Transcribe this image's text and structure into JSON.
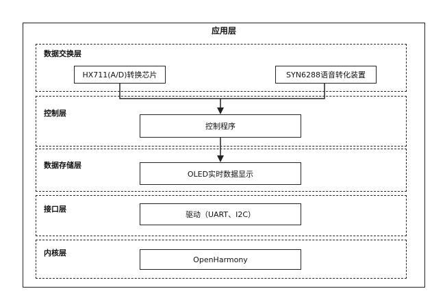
{
  "diagram": {
    "title": "应用层",
    "layers": [
      {
        "label": "数据交换层",
        "boxes": [
          "HX711(A/D)转换芯片",
          "SYN6288语音转化装置"
        ]
      },
      {
        "label": "控制层",
        "boxes": [
          "控制程序"
        ]
      },
      {
        "label": "数据存储层",
        "boxes": [
          "OLED实时数据显示"
        ]
      },
      {
        "label": "接口层",
        "boxes": [
          "驱动（UART、I2C）"
        ]
      },
      {
        "label": "内核层",
        "boxes": [
          "OpenHarmony"
        ]
      }
    ]
  }
}
